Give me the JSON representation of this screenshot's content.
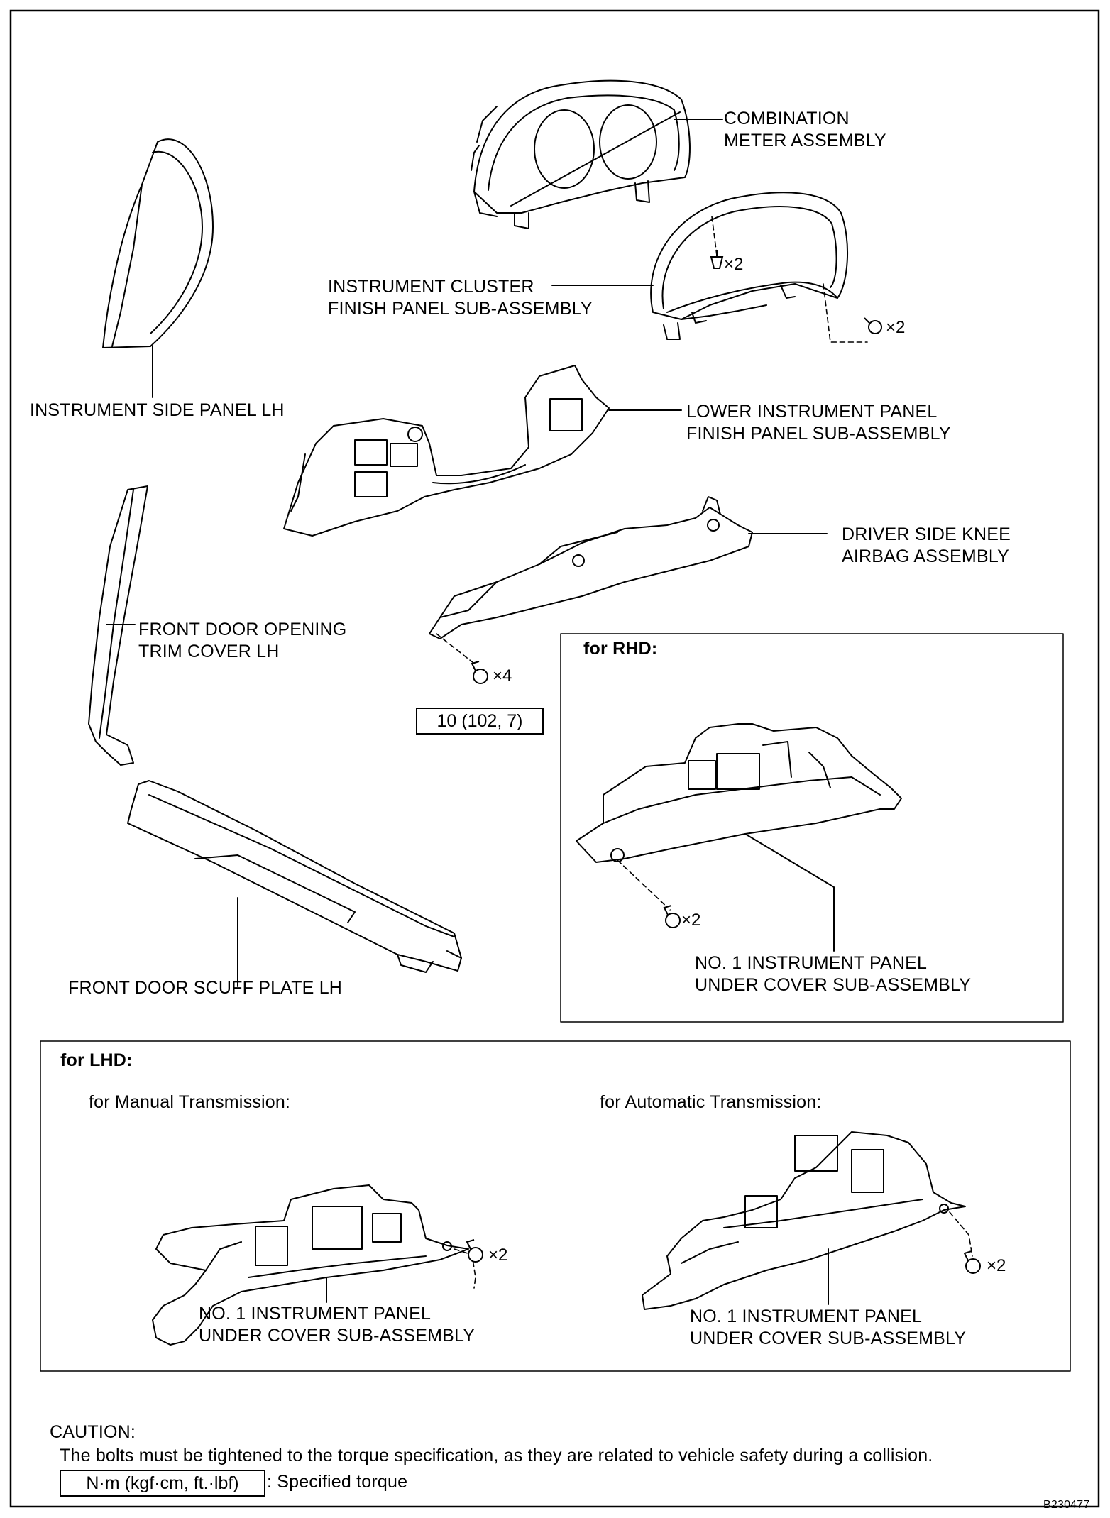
{
  "parts": {
    "combination_meter": [
      "COMBINATION",
      "METER ASSEMBLY"
    ],
    "cluster_finish_panel": [
      "INSTRUMENT CLUSTER",
      "FINISH PANEL SUB-ASSEMBLY"
    ],
    "side_panel": "INSTRUMENT SIDE PANEL LH",
    "lower_finish_panel": [
      "LOWER INSTRUMENT PANEL",
      "FINISH PANEL SUB-ASSEMBLY"
    ],
    "knee_airbag": [
      "DRIVER SIDE KNEE",
      "AIRBAG ASSEMBLY"
    ],
    "door_trim": [
      "FRONT DOOR OPENING",
      "TRIM COVER LH"
    ],
    "scuff_plate": "FRONT DOOR SCUFF PLATE LH",
    "under_cover": [
      "NO. 1 INSTRUMENT PANEL",
      "UNDER COVER SUB-ASSEMBLY"
    ]
  },
  "quantities": {
    "clip_x2": "×2",
    "screw_x2": "×2",
    "bolt_x4": "×4",
    "rhd_x2": "×2",
    "mt_x2": "×2",
    "at_x2": "×2"
  },
  "torque_value": "10 (102, 7)",
  "rhd_title": "for RHD:",
  "lhd_title": "for LHD:",
  "manual_label": "for Manual Transmission:",
  "automatic_label": "for Automatic Transmission:",
  "caution": {
    "title": "CAUTION:",
    "text": "The bolts must be tightened to the torque specification, as they are related to vehicle safety during a collision."
  },
  "legend": {
    "box": "N·m (kgf·cm, ft.·lbf)",
    "text": ": Specified torque"
  },
  "figure_id": "B230477"
}
